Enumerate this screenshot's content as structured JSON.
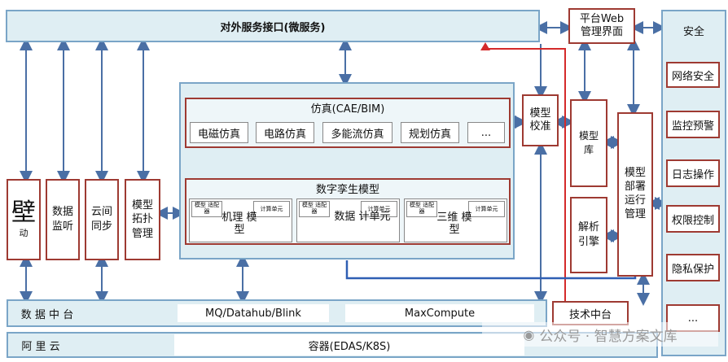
{
  "top_api": "对外服务接口(微服务)",
  "platform_web": "平台Web 管理界面",
  "security": {
    "title": "安全",
    "items": [
      "网络安全",
      "监控预警",
      "日志操作",
      "权限控制",
      "隐私保护",
      "..."
    ]
  },
  "simulation": {
    "title": "仿真(CAE/BIM)",
    "items": [
      "电磁仿真",
      "电路仿真",
      "多能流仿真",
      "规划仿真",
      "..."
    ]
  },
  "twin": {
    "title": "数字孪生模型",
    "groups": [
      {
        "adapter": "模型 适配器",
        "calc": "计算单元",
        "name": "机理 模型"
      },
      {
        "adapter": "模型 适配器",
        "calc": "计算单元",
        "name": "数据 计单元"
      },
      {
        "adapter": "模型 适配器",
        "calc": "计算单元",
        "name": "三维 模型"
      }
    ]
  },
  "left_columns": {
    "driver_big": "壁",
    "driver_small": "动",
    "monitor": "数据 监听",
    "sync": "云间 同步",
    "topology": "模型 拓扑 管理"
  },
  "right_modules": {
    "calibration": "模型 校准",
    "library": "模型 库",
    "parser": "解析 引擎",
    "deploy": "模型 部署 运行 管理"
  },
  "data_platform": {
    "label": "数 据 中 台",
    "left": "MQ/Datahub/Blink",
    "right": "MaxCompute"
  },
  "tech_platform": "技术中台",
  "aliyun": {
    "label": "阿 里 云",
    "container": "容器(EDAS/K8S)"
  },
  "watermark": "公众号 · 智慧方案文库",
  "colors": {
    "fill": "#dfeef3",
    "border_blue": "#7aa5c7",
    "border_red": "#9e3a32",
    "arrow": "#4a6fa5",
    "red_line": "#d42a2a",
    "blue_line": "#2f5fb3"
  }
}
